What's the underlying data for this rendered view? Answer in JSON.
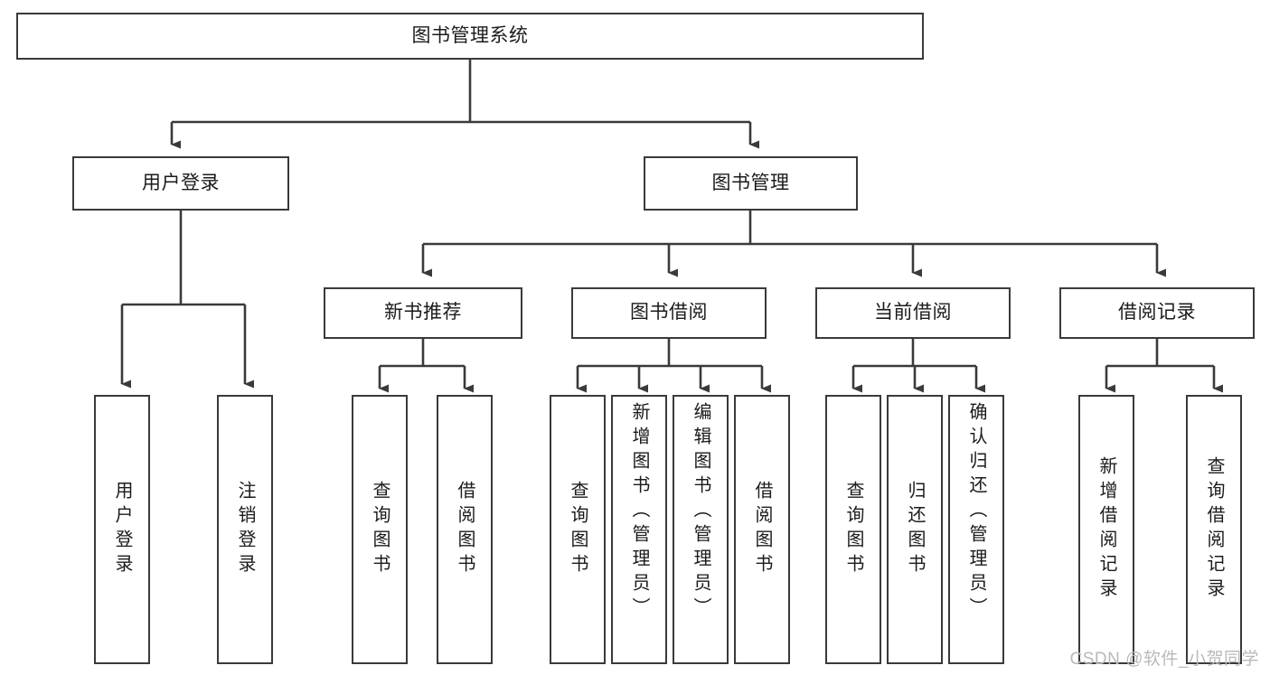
{
  "diagram": {
    "type": "tree-hierarchy-chart",
    "title": "图书管理系统",
    "watermark": "CSDN @软件_小贺同学",
    "colors": {
      "box_border": "#3a3a3a",
      "box_fill": "#ffffff",
      "edge": "#3a3a3a",
      "text": "#1b1b1b",
      "watermark": "#b9b9b9",
      "background": "#ffffff"
    },
    "root": {
      "label": "图书管理系统"
    },
    "level2": [
      {
        "id": "user-login",
        "label": "用户登录"
      },
      {
        "id": "book-manage",
        "label": "图书管理"
      }
    ],
    "level3": [
      {
        "id": "new-book-recommend",
        "label": "新书推荐"
      },
      {
        "id": "book-borrow",
        "label": "图书借阅"
      },
      {
        "id": "current-borrow",
        "label": "当前借阅"
      },
      {
        "id": "borrow-record",
        "label": "借阅记录"
      }
    ],
    "leaves": {
      "user_login": [
        {
          "id": "leaf-user-login",
          "label": "用户登录"
        },
        {
          "id": "leaf-logout-login",
          "label": "注销登录"
        }
      ],
      "new_book_recommend": [
        {
          "id": "leaf-query-book-1",
          "label": "查询图书"
        },
        {
          "id": "leaf-borrow-book-1",
          "label": "借阅图书"
        }
      ],
      "book_borrow": [
        {
          "id": "leaf-query-book-2",
          "label": "查询图书"
        },
        {
          "id": "leaf-add-book",
          "label": "新增图书（管理员）"
        },
        {
          "id": "leaf-edit-book",
          "label": "编辑图书（管理员）"
        },
        {
          "id": "leaf-borrow-book-2",
          "label": "借阅图书"
        }
      ],
      "current_borrow": [
        {
          "id": "leaf-query-book-3",
          "label": "查询图书"
        },
        {
          "id": "leaf-return-book",
          "label": "归还图书"
        },
        {
          "id": "leaf-confirm-return",
          "label": "确认归还（管理员）"
        }
      ],
      "borrow_record": [
        {
          "id": "leaf-add-record",
          "label": "新增借阅记录"
        },
        {
          "id": "leaf-query-record",
          "label": "查询借阅记录"
        }
      ]
    }
  }
}
